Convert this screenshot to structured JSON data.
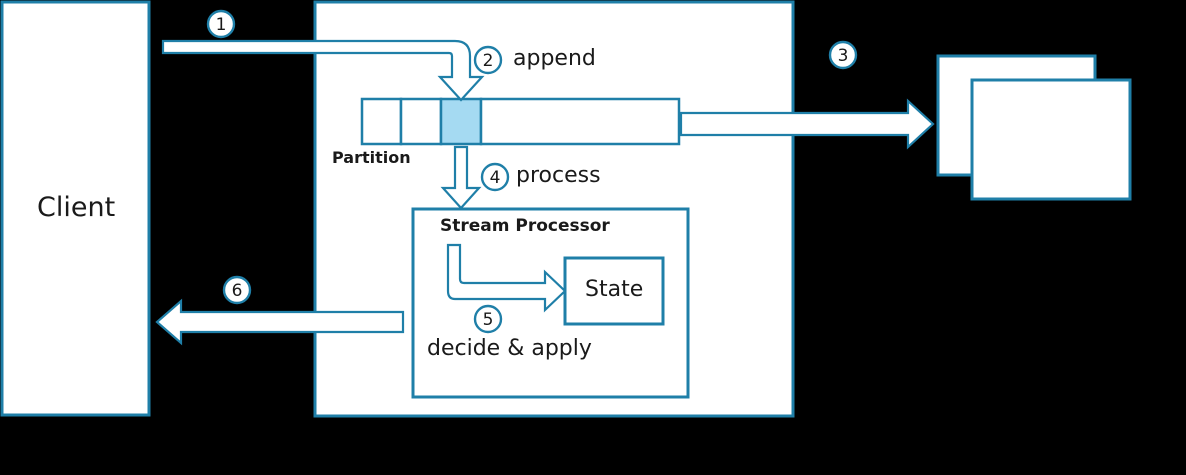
{
  "diagram": {
    "title": "Stream processing with partitioned log",
    "background_color": "#000000",
    "accent_color": "#1f7fa8",
    "highlight_color": "#a5daf2",
    "surface_color": "#ffffff"
  },
  "nodes": {
    "client": {
      "label": "Client"
    },
    "partition": {
      "label": "Partition",
      "cells": 4,
      "highlighted_cell_index": 2
    },
    "stream_processor": {
      "label": "Stream Processor"
    },
    "state": {
      "label": "State"
    },
    "consumers": {
      "back_label": "",
      "front_label": ""
    }
  },
  "steps": [
    {
      "number": "1",
      "label": ""
    },
    {
      "number": "2",
      "label": "append"
    },
    {
      "number": "3",
      "label": ""
    },
    {
      "number": "4",
      "label": "process"
    },
    {
      "number": "5",
      "label": "decide & apply"
    },
    {
      "number": "6",
      "label": ""
    }
  ]
}
